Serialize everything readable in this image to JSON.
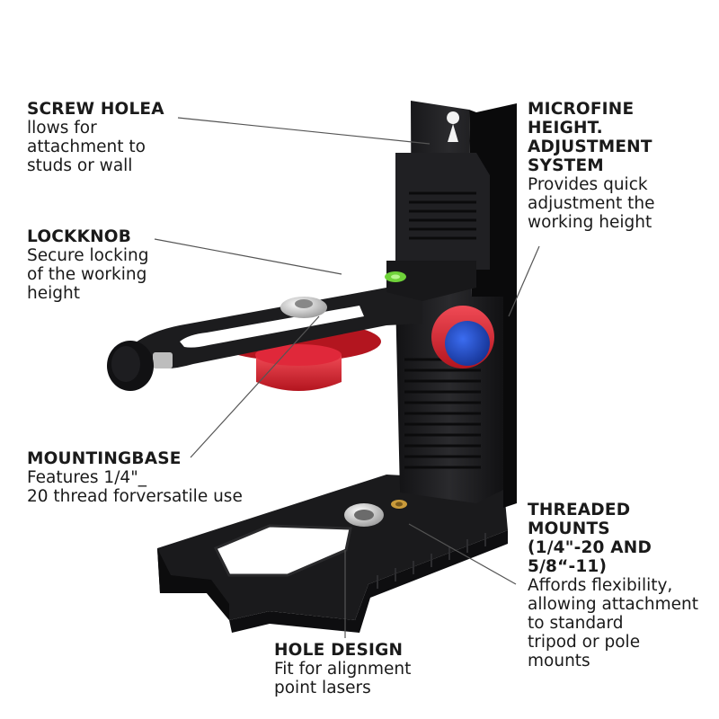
{
  "callouts": {
    "screw_hole": {
      "title": [
        "SCREW HOLEA"
      ],
      "desc": [
        "llows for",
        "attachment to",
        "studs or wall"
      ]
    },
    "lockknob": {
      "title": [
        "LOCKKNOB"
      ],
      "desc": [
        "Secure locking",
        "of the working",
        "height"
      ]
    },
    "mounting_base": {
      "title": [
        "MOUNTINGBASE"
      ],
      "desc": [
        "Features 1/4\"_",
        "20 thread forversatile use"
      ]
    },
    "microfine": {
      "title": [
        "MICROFINE",
        "HEIGHT.",
        "ADJUSTMENT",
        "SYSTEM"
      ],
      "desc": [
        "Provides quick",
        "adjustment the",
        "working height"
      ]
    },
    "threaded_mounts": {
      "title": [
        "THREADED",
        "MOUNTS",
        "(1/4\"-20 AND",
        "5/8“-11)"
      ],
      "desc": [
        "Affords flexibility,",
        "allowing attachment",
        "to standard",
        "tripod or pole",
        "mounts"
      ]
    },
    "hole_design": {
      "title": [
        "HOLE DESIGN"
      ],
      "desc": [
        "Fit for alignment",
        "point lasers"
      ]
    }
  },
  "colors": {
    "body": "#1c1c1e",
    "accent_red": "#e0283a",
    "knob_blue": "#1f4fd1",
    "bubble_green": "#6fd23a",
    "brass": "#c99a3a",
    "leader": "#555555"
  }
}
